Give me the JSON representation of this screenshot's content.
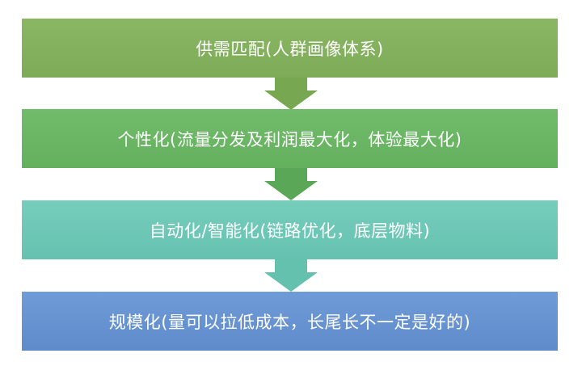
{
  "steps": [
    {
      "label": "供需匹配(人群画像体系)",
      "color": "#82b05c"
    },
    {
      "label": "个性化(流量分发及利润最大化，体验最大化)",
      "color": "#68b462"
    },
    {
      "label": "自动化/智能化(链路优化，底层物料)",
      "color": "#6cc7b5"
    },
    {
      "label": "规模化(量可以拉低成本，长尾长不一定是好的)",
      "color": "#6592d0"
    }
  ],
  "arrows": [
    {
      "color": "#77a751"
    },
    {
      "color": "#5aa857"
    },
    {
      "color": "#63c1ae"
    }
  ]
}
